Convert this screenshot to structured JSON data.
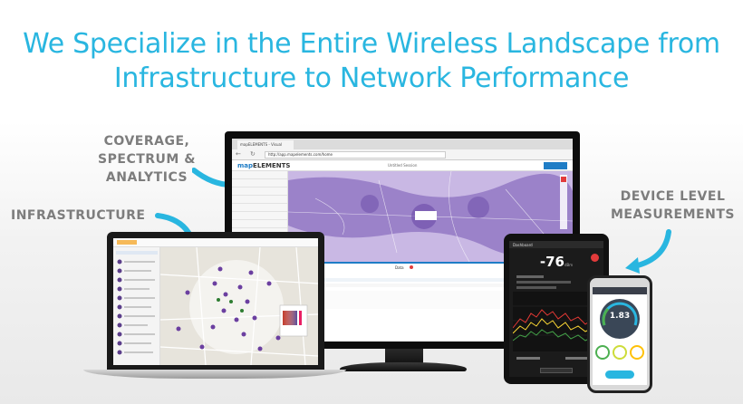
{
  "headline": {
    "line1": "We Specialize in the Entire Wireless Landscape from",
    "line2": "Infrastructure to Network Performance"
  },
  "callouts": {
    "coverage_line1": "COVERAGE,",
    "coverage_line2": "SPECTRUM &",
    "coverage_line3": "ANALYTICS",
    "infrastructure": "INFRASTRUCTURE",
    "device_line1": "DEVICE LEVEL",
    "device_line2": "MEASUREMENTS"
  },
  "colors": {
    "accent": "#29b6e0",
    "callout_text": "#7d7d7d",
    "map_purple": "#8a6cc0"
  },
  "monitor": {
    "tab_title": "mapELEMENTS - Visual",
    "url": "http://app.mapelements.com/home",
    "logo_prefix": "map",
    "logo_suffix": "ELEMENTS",
    "app_subtitle": "Untitled Session",
    "panel_title": "Data"
  },
  "tablet": {
    "title": "Dashboard",
    "value": "-76",
    "unit": "dBm"
  },
  "phone": {
    "value": "1.83"
  }
}
